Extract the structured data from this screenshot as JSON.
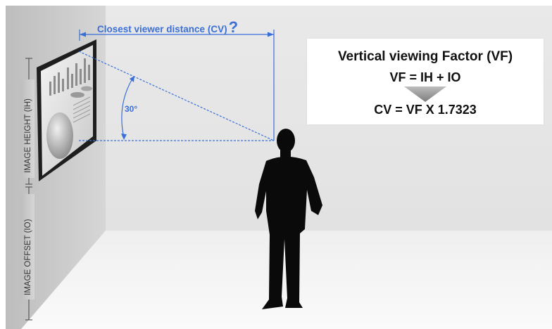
{
  "top_label": {
    "text": "Closest viewer distance (CV)",
    "mark": "?"
  },
  "angle_label": "30°",
  "side_labels": {
    "image_height": "IMAGE HEIGHT (IH)",
    "image_offset": "IMAGE OFFSET (IO)"
  },
  "formula": {
    "title": "Vertical viewing Factor (VF)",
    "line1": "VF = IH + IO",
    "line2": "CV = VF X 1.7323"
  },
  "colors": {
    "accent_blue": "#3a6fd8",
    "wall": "#cfcfcf",
    "back_wall": "#e6e6e6",
    "floor": "#f2f2f2",
    "silhouette": "#0a0a0a"
  }
}
